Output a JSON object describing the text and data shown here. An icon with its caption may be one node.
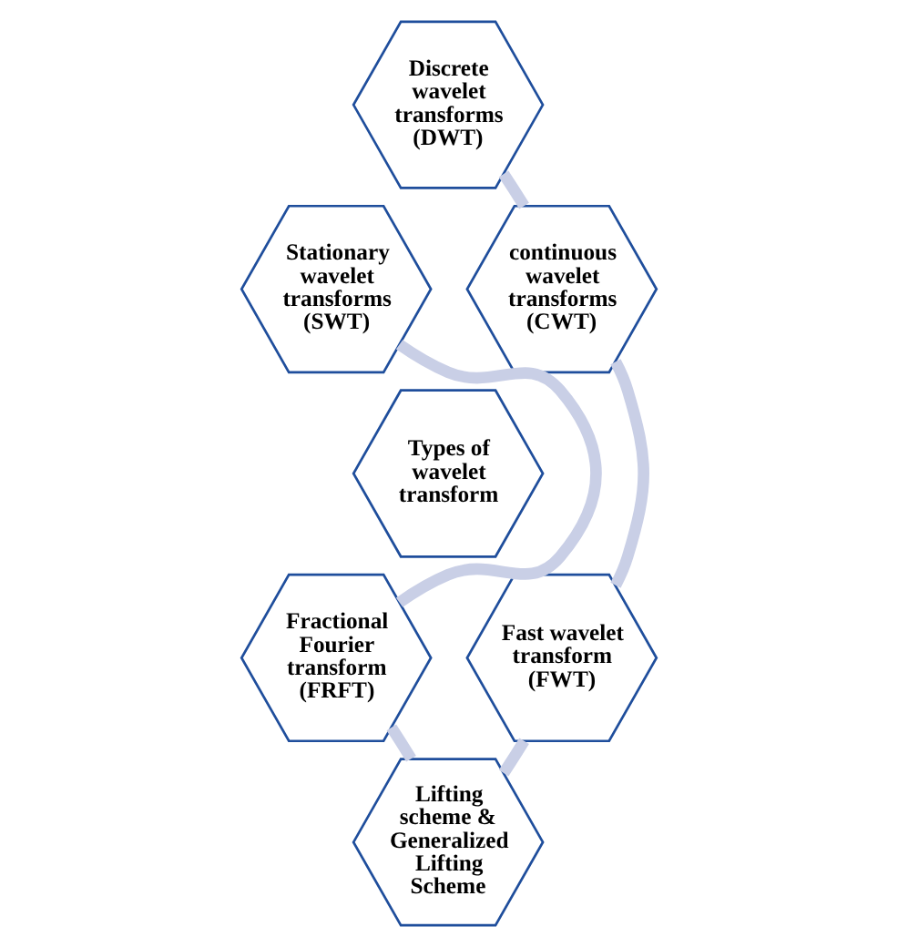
{
  "diagram": {
    "nodes": [
      {
        "text": [
          "Discrete wavelet transforms (DWT)"
        ]
      },
      {
        "text": [
          "Stationary wavelet transforms (SWT)"
        ]
      },
      {
        "text": [
          "continuous wavelet transforms (CWT)"
        ]
      },
      {
        "text": [
          "Types of wavelet transform"
        ]
      },
      {
        "text": [
          "Fractional Fourier transform (FRFT)"
        ]
      },
      {
        "text": [
          "Fast wavelet transform (FWT)"
        ]
      },
      {
        "text": [
          "Lifting scheme & Generalized Lifting Scheme"
        ]
      }
    ],
    "edges": [
      {
        "from": 0,
        "to": 2,
        "arrow": "none"
      },
      {
        "from": 2,
        "to": 5,
        "arrow": "none"
      },
      {
        "from": 5,
        "to": 6,
        "arrow": "none"
      },
      {
        "from": 6,
        "to": 4,
        "arrow": "none"
      },
      {
        "from": 4,
        "to": 1,
        "arrow": "none"
      }
    ]
  }
}
